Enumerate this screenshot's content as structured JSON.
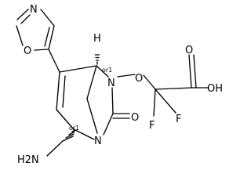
{
  "molecule": {
    "atoms": {
      "oxazole_n": "N",
      "oxazole_o": "O",
      "bridge_h": "H",
      "ring_n_upper": "N",
      "ring_n_lower": "N",
      "ether_o": "O",
      "carbonyl_o": "O",
      "acid_o": "O",
      "acid_oh": "OH",
      "fluorine_1": "F",
      "fluorine_2": "F",
      "amine": "H2N"
    },
    "stereo_labels": {
      "upper_bridgehead": "or1",
      "lower_stereocenter": "or1"
    }
  }
}
